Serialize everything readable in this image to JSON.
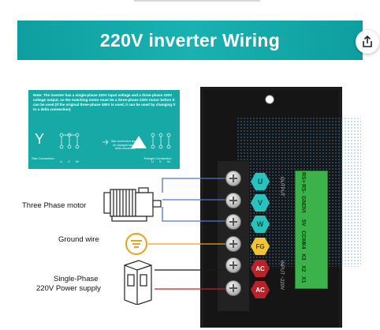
{
  "banner": {
    "title": "220V inverter Wiring"
  },
  "share": {
    "icon": "share-icon"
  },
  "note_panel": {
    "text": "Note: The inverter has a single-phase 220V input voltage and a three-phase 220V voltage output, so the matching motor must be a three-phase 220V motor before it can be used (If the original three-phase 380V is used, it can be used by changing it to a delta connection)",
    "star_symbol": "Y",
    "star_label": "Star Connection",
    "middle_note": "Star connection should be changed back to delta connection",
    "triangle_label": "Triangle Connection",
    "uvw": [
      "U",
      "V",
      "W"
    ]
  },
  "labels": {
    "motor": "Three Phase motor",
    "ground": "Ground wire",
    "power_line1": "Single-Phase",
    "power_line2": "220V Power supply"
  },
  "terminals": [
    {
      "label": "U",
      "color": "teal"
    },
    {
      "label": "V",
      "color": "teal"
    },
    {
      "label": "W",
      "color": "teal"
    },
    {
      "label": "FG",
      "color": "yellow"
    },
    {
      "label": "AC",
      "color": "red"
    },
    {
      "label": "AC",
      "color": "red"
    }
  ],
  "device_text": {
    "output": "OUTPUT",
    "input": "INPUT ~220V"
  },
  "control_terminals": [
    "RS+",
    "RS-",
    "GND",
    "VI",
    "5V",
    "COM",
    "X4",
    "X3",
    "X2",
    "X1"
  ],
  "colors": {
    "banner": "#16a9a6",
    "teal": "#27c3bd",
    "yellow": "#f1c437",
    "red": "#b8232a",
    "green": "#3cb34a"
  }
}
